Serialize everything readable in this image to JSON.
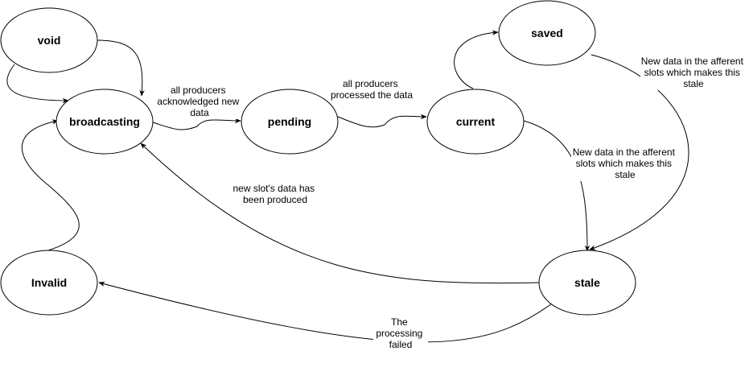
{
  "colors": {
    "background": "#ffffff",
    "stroke": "#000000",
    "text": "#000000"
  },
  "nodes": {
    "void": {
      "label": "void"
    },
    "broadcasting": {
      "label": "broadcasting"
    },
    "pending": {
      "label": "pending"
    },
    "current": {
      "label": "current"
    },
    "saved": {
      "label": "saved"
    },
    "stale": {
      "label": "stale"
    },
    "invalid": {
      "label": "Invalid"
    }
  },
  "edges": {
    "broadcasting_to_pending": [
      "all producers",
      "acknowledged new",
      "data"
    ],
    "pending_to_current": [
      "all producers",
      "processed the data"
    ],
    "saved_to_stale": [
      "New data in the afferent",
      "slots which makes this",
      "stale"
    ],
    "current_to_stale": [
      "New data in the afferent",
      "slots which makes this",
      "stale"
    ],
    "stale_to_broadcasting": [
      "new slot's data has",
      "been produced"
    ],
    "stale_to_invalid": [
      "The",
      "processing",
      "failed"
    ]
  }
}
